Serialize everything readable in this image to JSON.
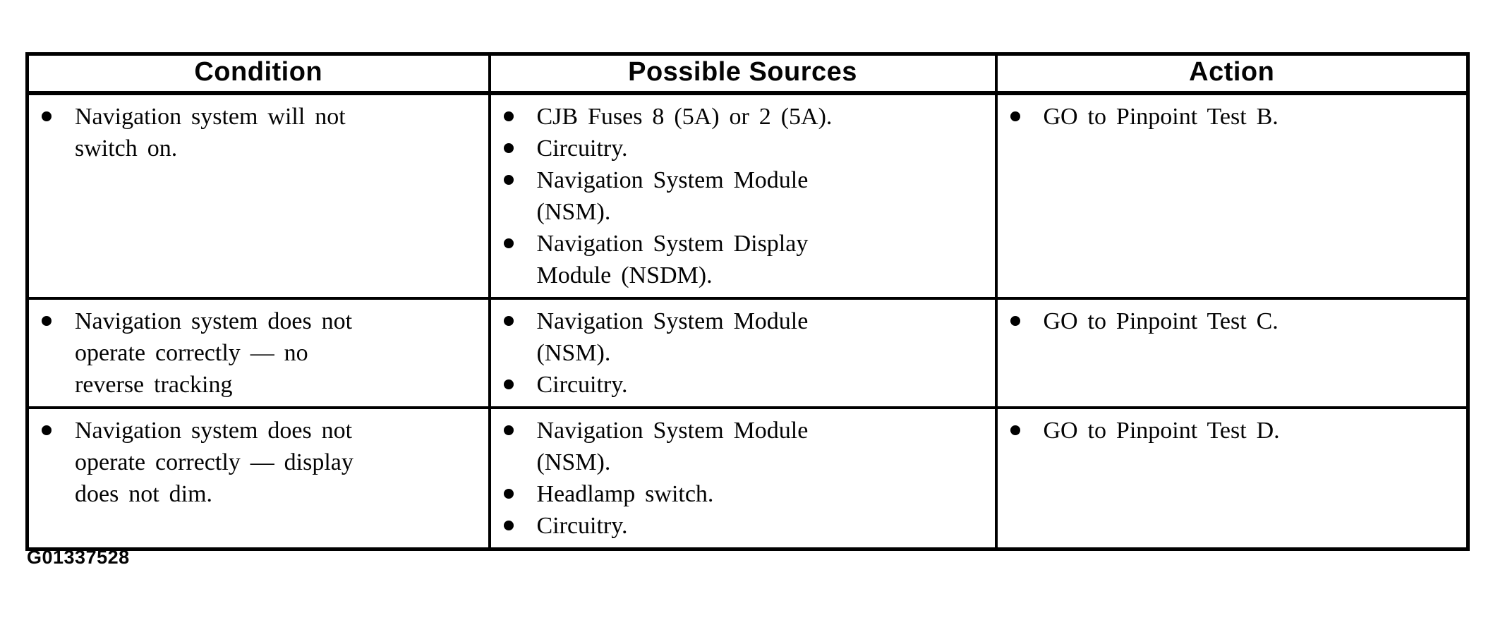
{
  "colors": {
    "ink": "#000000",
    "paper": "#ffffff"
  },
  "icons": {
    "bullet": "•"
  },
  "table": {
    "headers": [
      "Condition",
      "Possible Sources",
      "Action"
    ],
    "rows": [
      {
        "condition": [
          "Navigation system will not\nswitch on."
        ],
        "possible_sources": [
          "CJB Fuses 8 (5A) or 2 (5A).",
          "Circuitry.",
          "Navigation System Module\n(NSM).",
          "Navigation System Display\nModule (NSDM)."
        ],
        "action": [
          "GO to Pinpoint Test B."
        ]
      },
      {
        "condition": [
          "Navigation system does not\noperate correctly — no\nreverse tracking"
        ],
        "possible_sources": [
          "Navigation System Module\n(NSM).",
          "Circuitry."
        ],
        "action": [
          "GO to Pinpoint Test C."
        ]
      },
      {
        "condition": [
          "Navigation system does not\noperate correctly — display\ndoes not dim."
        ],
        "possible_sources": [
          "Navigation System Module\n(NSM).",
          "Headlamp switch.",
          "Circuitry."
        ],
        "action": [
          "GO to Pinpoint Test D."
        ]
      }
    ]
  },
  "footer": {
    "figure_id": "G01337528"
  }
}
